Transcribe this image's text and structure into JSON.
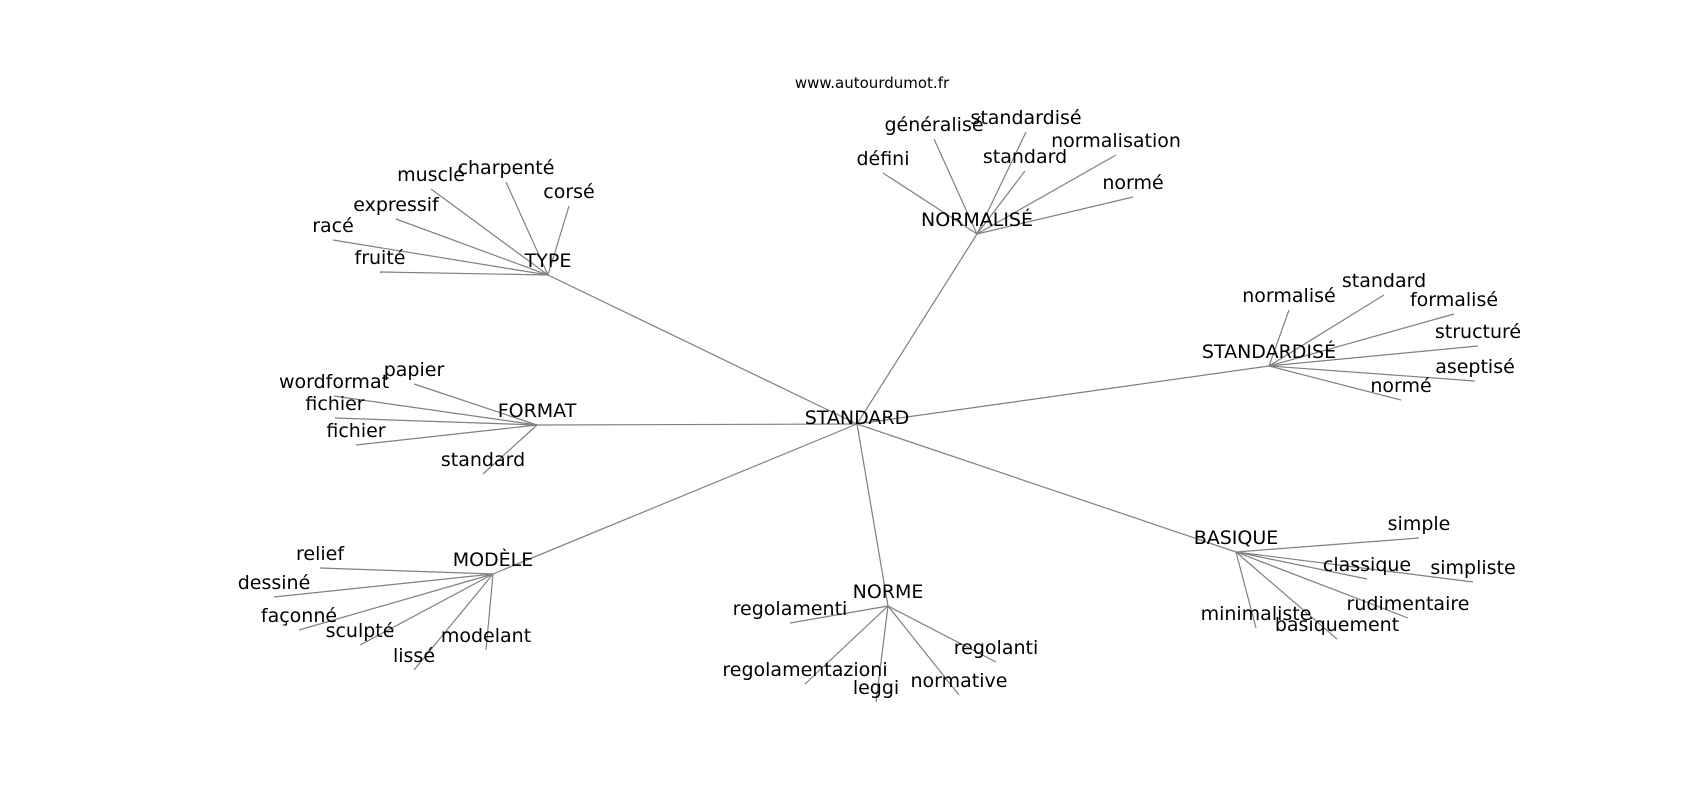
{
  "source": "www.autourdumot.fr",
  "root": "STANDARD",
  "hubs": [
    {
      "label": "TYPE",
      "leaves": [
        "musclé",
        "charpenté",
        "corsé",
        "expressif",
        "racé",
        "fruité"
      ]
    },
    {
      "label": "NORMALISÉ",
      "leaves": [
        "généralisé",
        "standardisé",
        "normalisation",
        "défini",
        "standard",
        "normé"
      ]
    },
    {
      "label": "STANDARDISÉ",
      "leaves": [
        "normalisé",
        "standard",
        "formalisé",
        "structuré",
        "aseptisé",
        "normé"
      ]
    },
    {
      "label": "FORMAT",
      "leaves": [
        "papier",
        "wordformat",
        "fichier",
        "fichier",
        "standard"
      ]
    },
    {
      "label": "MODÈLE",
      "leaves": [
        "relief",
        "dessiné",
        "façonné",
        "sculpté",
        "lissé",
        "modelant"
      ]
    },
    {
      "label": "NORME",
      "leaves": [
        "regolamenti",
        "regolamentazioni",
        "leggi",
        "normative",
        "regolanti"
      ]
    },
    {
      "label": "BASIQUE",
      "leaves": [
        "simple",
        "classique",
        "simpliste",
        "rudimentaire",
        "minimaliste",
        "basiquement"
      ]
    }
  ]
}
